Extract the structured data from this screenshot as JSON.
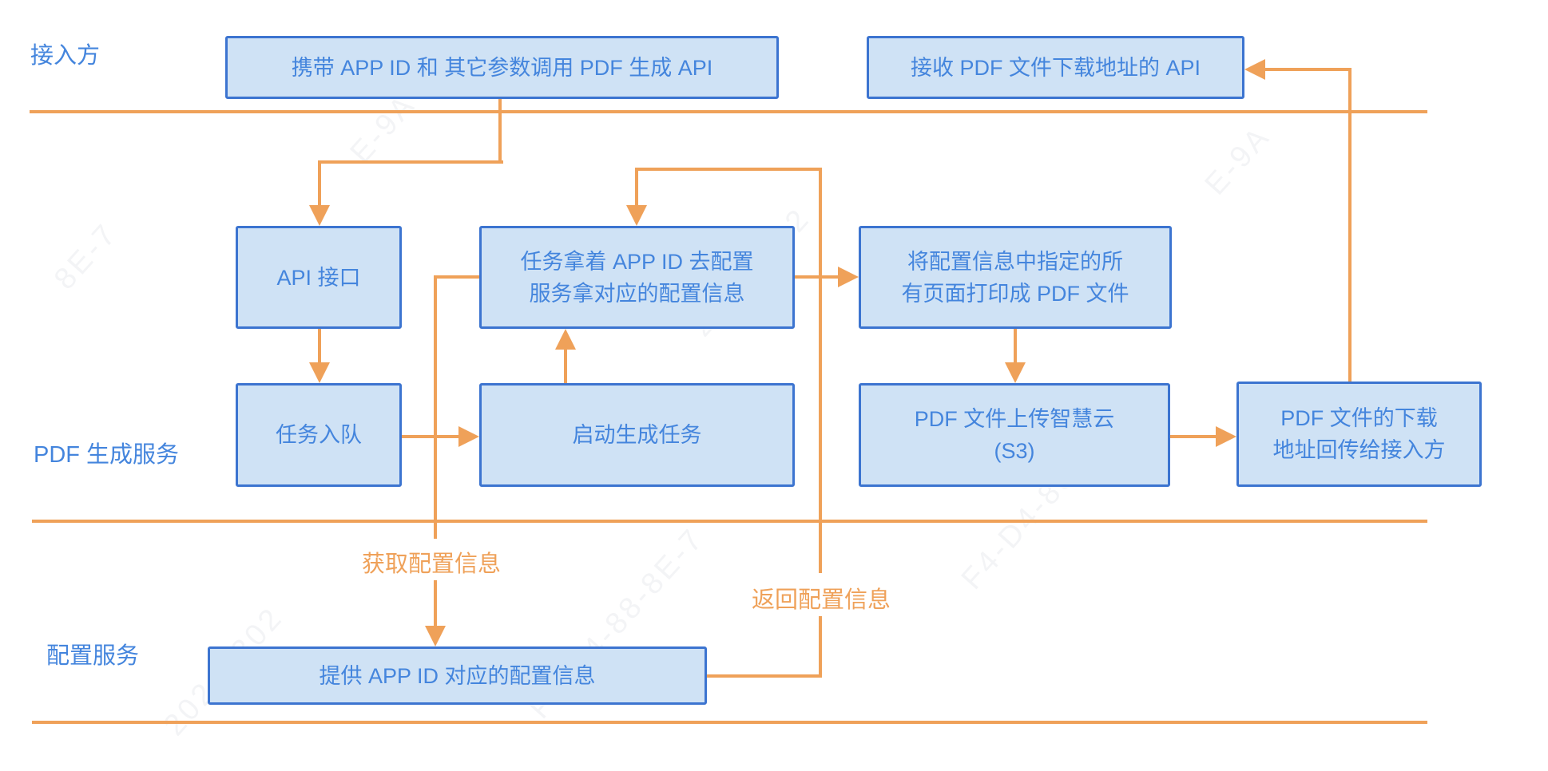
{
  "diagram": {
    "lanes": {
      "lane1": "接入方",
      "lane2": "PDF 生成服务",
      "lane3": "配置服务"
    },
    "nodes": {
      "carry": "携带 APP ID 和 其它参数调用 PDF 生成 API",
      "receive": "接收 PDF 文件下载地址的 API",
      "api": "API 接口",
      "task_cfg": "任务拿着 APP ID 去配置\n服务拿对应的配置信息",
      "print": "将配置信息中指定的所\n有页面打印成 PDF 文件",
      "enqueue": "任务入队",
      "start": "启动生成任务",
      "upload": "PDF 文件上传智慧云\n(S3)",
      "return_addr": "PDF 文件的下载\n地址回传给接入方",
      "provide": "提供 APP ID 对应的配置信息"
    },
    "edge_labels": {
      "get_cfg": "获取配置信息",
      "return_cfg": "返回配置信息"
    },
    "colors": {
      "box_fill": "#cfe2f5",
      "box_border": "#3c74d0",
      "text_blue": "#4485dd",
      "orange": "#efa159"
    },
    "watermarks": [
      "F4-D4-88-8E-7",
      "20240302",
      "E-9A",
      "8E-7",
      "F4-D4-88"
    ]
  }
}
